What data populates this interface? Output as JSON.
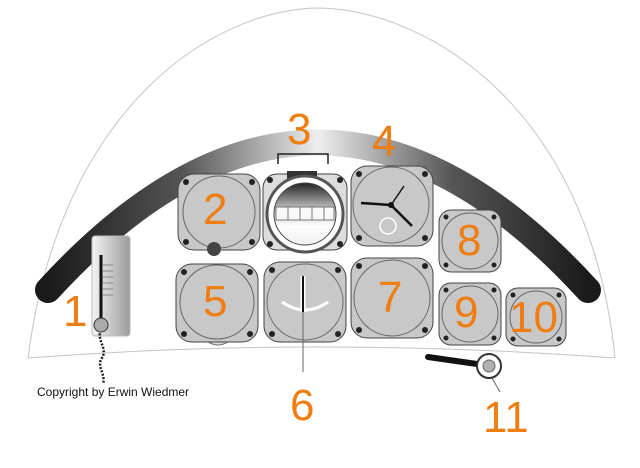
{
  "copyright": "Copyright by Erwin Wiedmer",
  "labels": [
    "1",
    "2",
    "3",
    "4",
    "5",
    "6",
    "7",
    "8",
    "9",
    "10",
    "11"
  ],
  "colors": {
    "label": "#ef7d10",
    "gauge_face": "#c8c8c8",
    "outline": "#444444",
    "coaming_dark": "#1e1e1e",
    "coaming_light": "#eeeeee"
  }
}
